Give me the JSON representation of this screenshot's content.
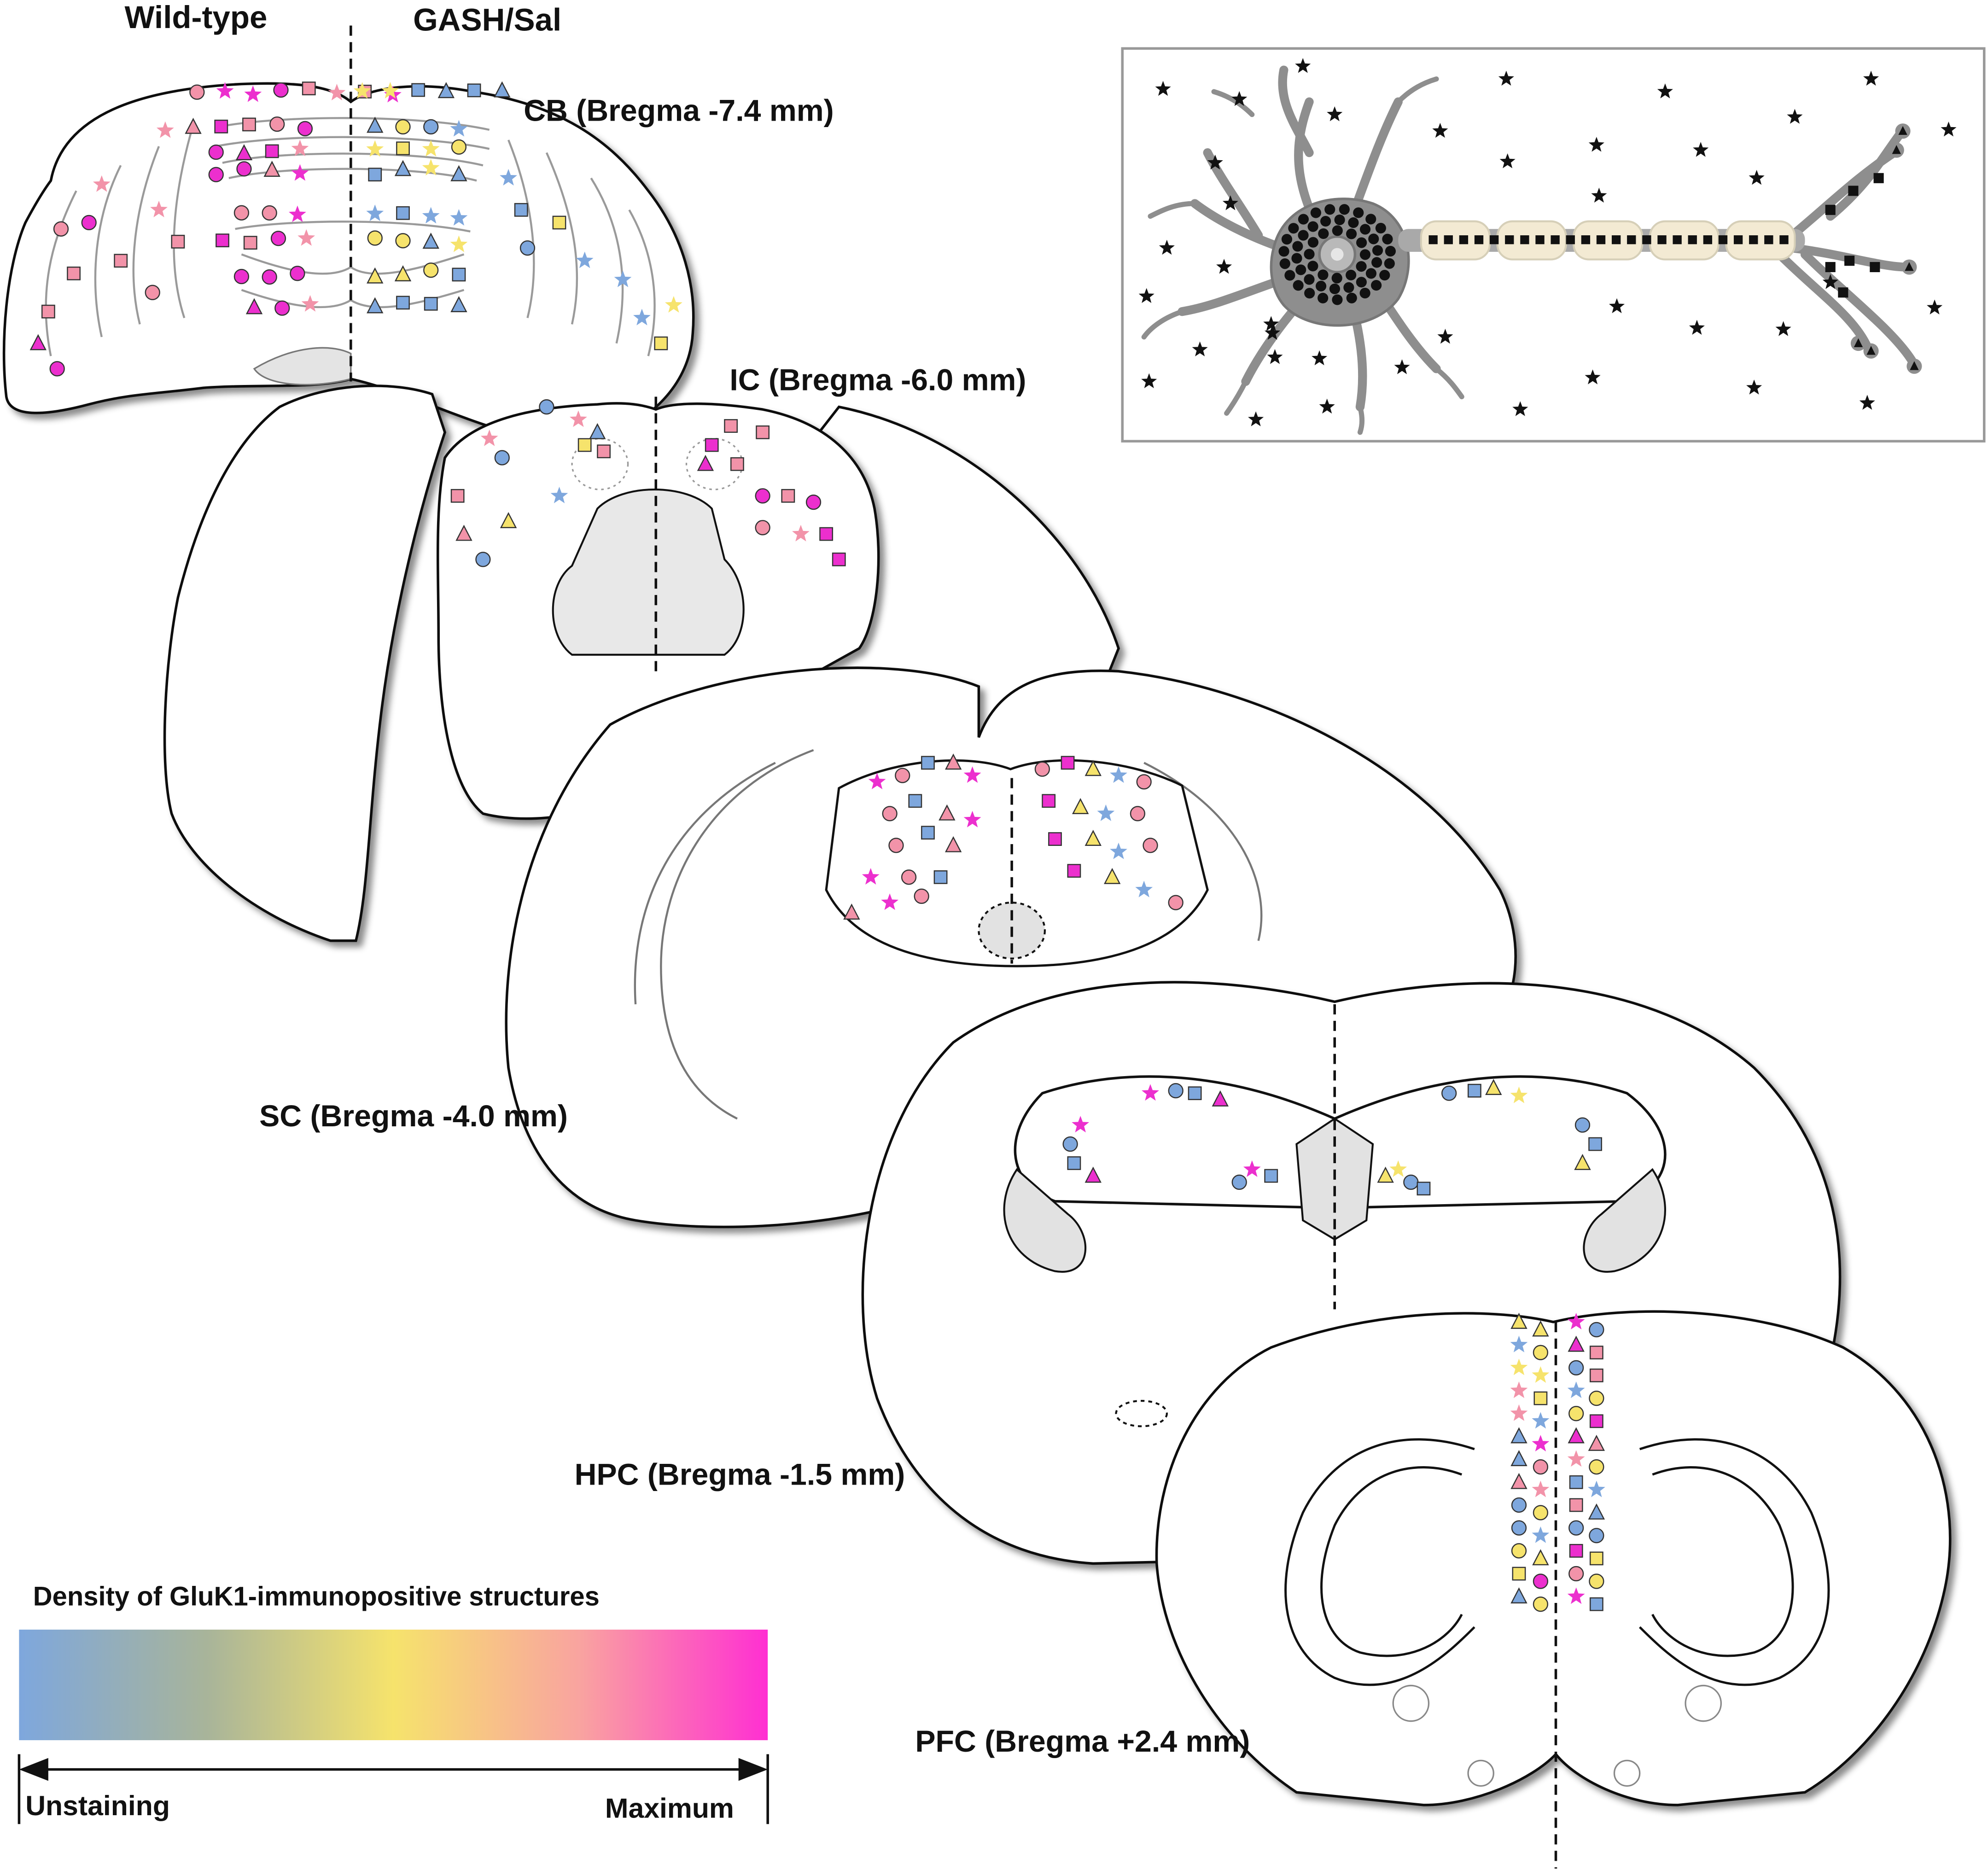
{
  "header": {
    "left_label": "Wild-type",
    "right_label": "GASH/Sal"
  },
  "sections": [
    {
      "id": "cb",
      "label": "CB (Bregma -7.4 mm)"
    },
    {
      "id": "ic",
      "label": "IC (Bregma -6.0 mm)"
    },
    {
      "id": "sc",
      "label": "SC (Bregma -4.0 mm)"
    },
    {
      "id": "hpc",
      "label": "HPC (Bregma -1.5 mm)"
    },
    {
      "id": "pfc",
      "label": "PFC (Bregma +2.4 mm)"
    }
  ],
  "legend": {
    "title": "Density of GluK1-immunopositive structures",
    "min_label": "Unstaining",
    "max_label": "Maximum",
    "gradient_colors": [
      "#7ea7dd",
      "#a8b49a",
      "#f6e36c",
      "#f9a3a0",
      "#ff2fd2"
    ]
  },
  "marker_colors": {
    "blue": "#7ea7dd",
    "yellow": "#f6e36c",
    "pink": "#f293a9",
    "magenta": "#ec2fce"
  },
  "marker_shapes": [
    "star",
    "circle",
    "square",
    "triangle"
  ],
  "icons": {
    "neuron": "neuron-schematic-icon",
    "glutamate_marker": "black-star-icon",
    "receptor_marker": "black-square-icon"
  }
}
